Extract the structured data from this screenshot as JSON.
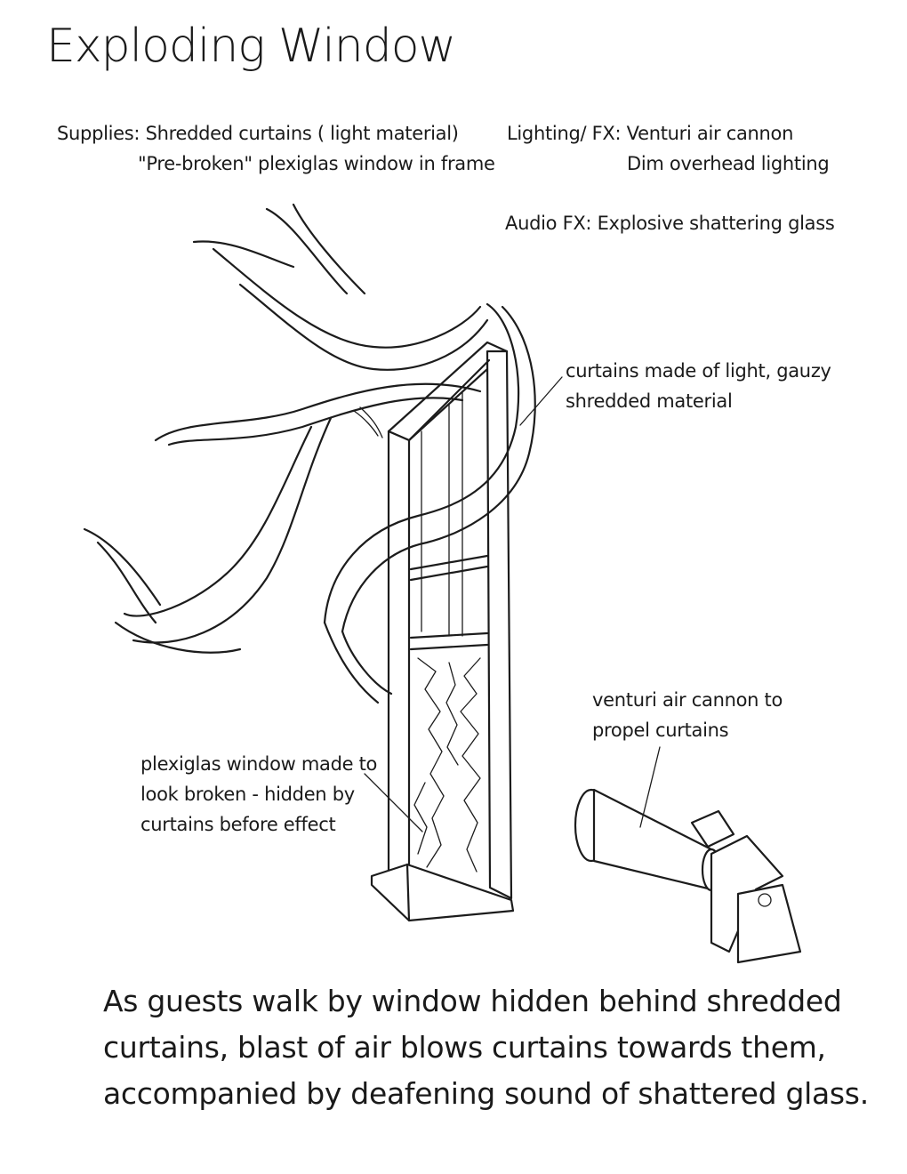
{
  "title": "Exploding Window",
  "supplies": {
    "line1": "Supplies: Shredded curtains ( light material)",
    "line2": "\"Pre-broken\" plexiglas window in frame"
  },
  "lighting": {
    "line1": "Lighting/ FX: Venturi air cannon",
    "line2": "Dim overhead lighting"
  },
  "audio": "Audio FX: Explosive shattering glass",
  "labels": {
    "curtains": [
      "curtains made of light, gauzy",
      "shredded material"
    ],
    "cannon": [
      "venturi air cannon to",
      "propel curtains"
    ],
    "window": [
      "plexiglas window made to",
      "look broken - hidden by",
      "curtains before effect"
    ]
  },
  "description": [
    "As guests walk by window hidden behind shredded",
    "curtains, blast of air blows curtains towards them,",
    "accompanied by deafening sound of shattered glass."
  ]
}
